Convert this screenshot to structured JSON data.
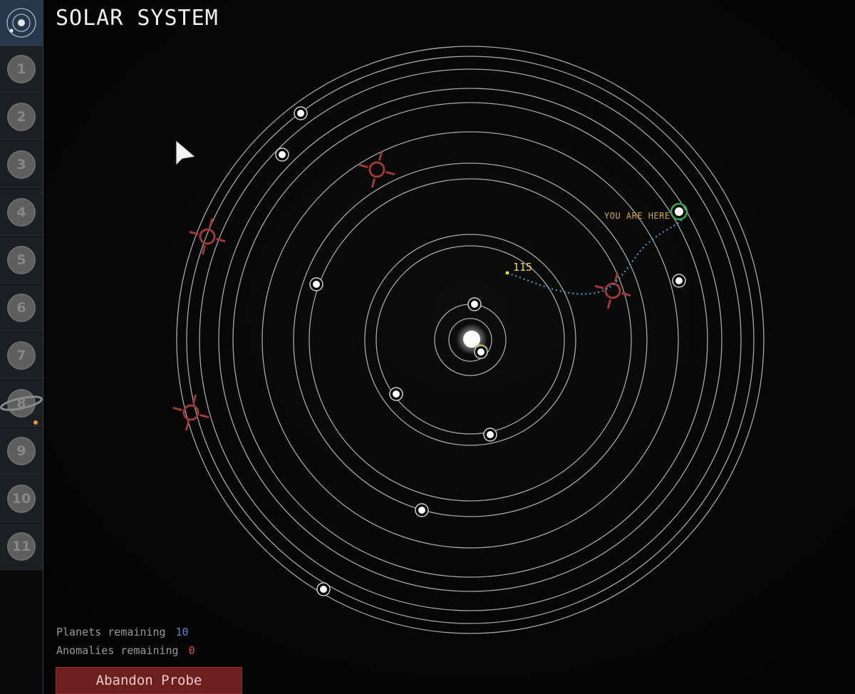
{
  "header": {
    "title": "SOLAR SYSTEM"
  },
  "sidebar": {
    "top_icon": "solar-system-icon",
    "items": [
      {
        "label": "1"
      },
      {
        "label": "2"
      },
      {
        "label": "3"
      },
      {
        "label": "4"
      },
      {
        "label": "5"
      },
      {
        "label": "6"
      },
      {
        "label": "7"
      },
      {
        "label": "8"
      },
      {
        "label": "9"
      },
      {
        "label": "10"
      },
      {
        "label": "11"
      }
    ]
  },
  "map": {
    "you_are_here_label": "YOU ARE HERE",
    "target_distance": "115"
  },
  "stats": {
    "planets_label": "Planets remaining",
    "planets_value": "10",
    "anomalies_label": "Anomalies remaining",
    "anomalies_value": "0"
  },
  "actions": {
    "abandon_label": "Abandon Probe"
  },
  "colors": {
    "orbit": "#bfc4c8",
    "anomaly": "#9b3a36",
    "path": "#3fa9d9",
    "here_ring": "#3aa64a",
    "here_text": "#d2a83a",
    "target_text": "#e6d64a",
    "planets_value": "#4a90d9",
    "anomalies_value": "#d94a4a",
    "button_bg": "#6e1f1f"
  }
}
